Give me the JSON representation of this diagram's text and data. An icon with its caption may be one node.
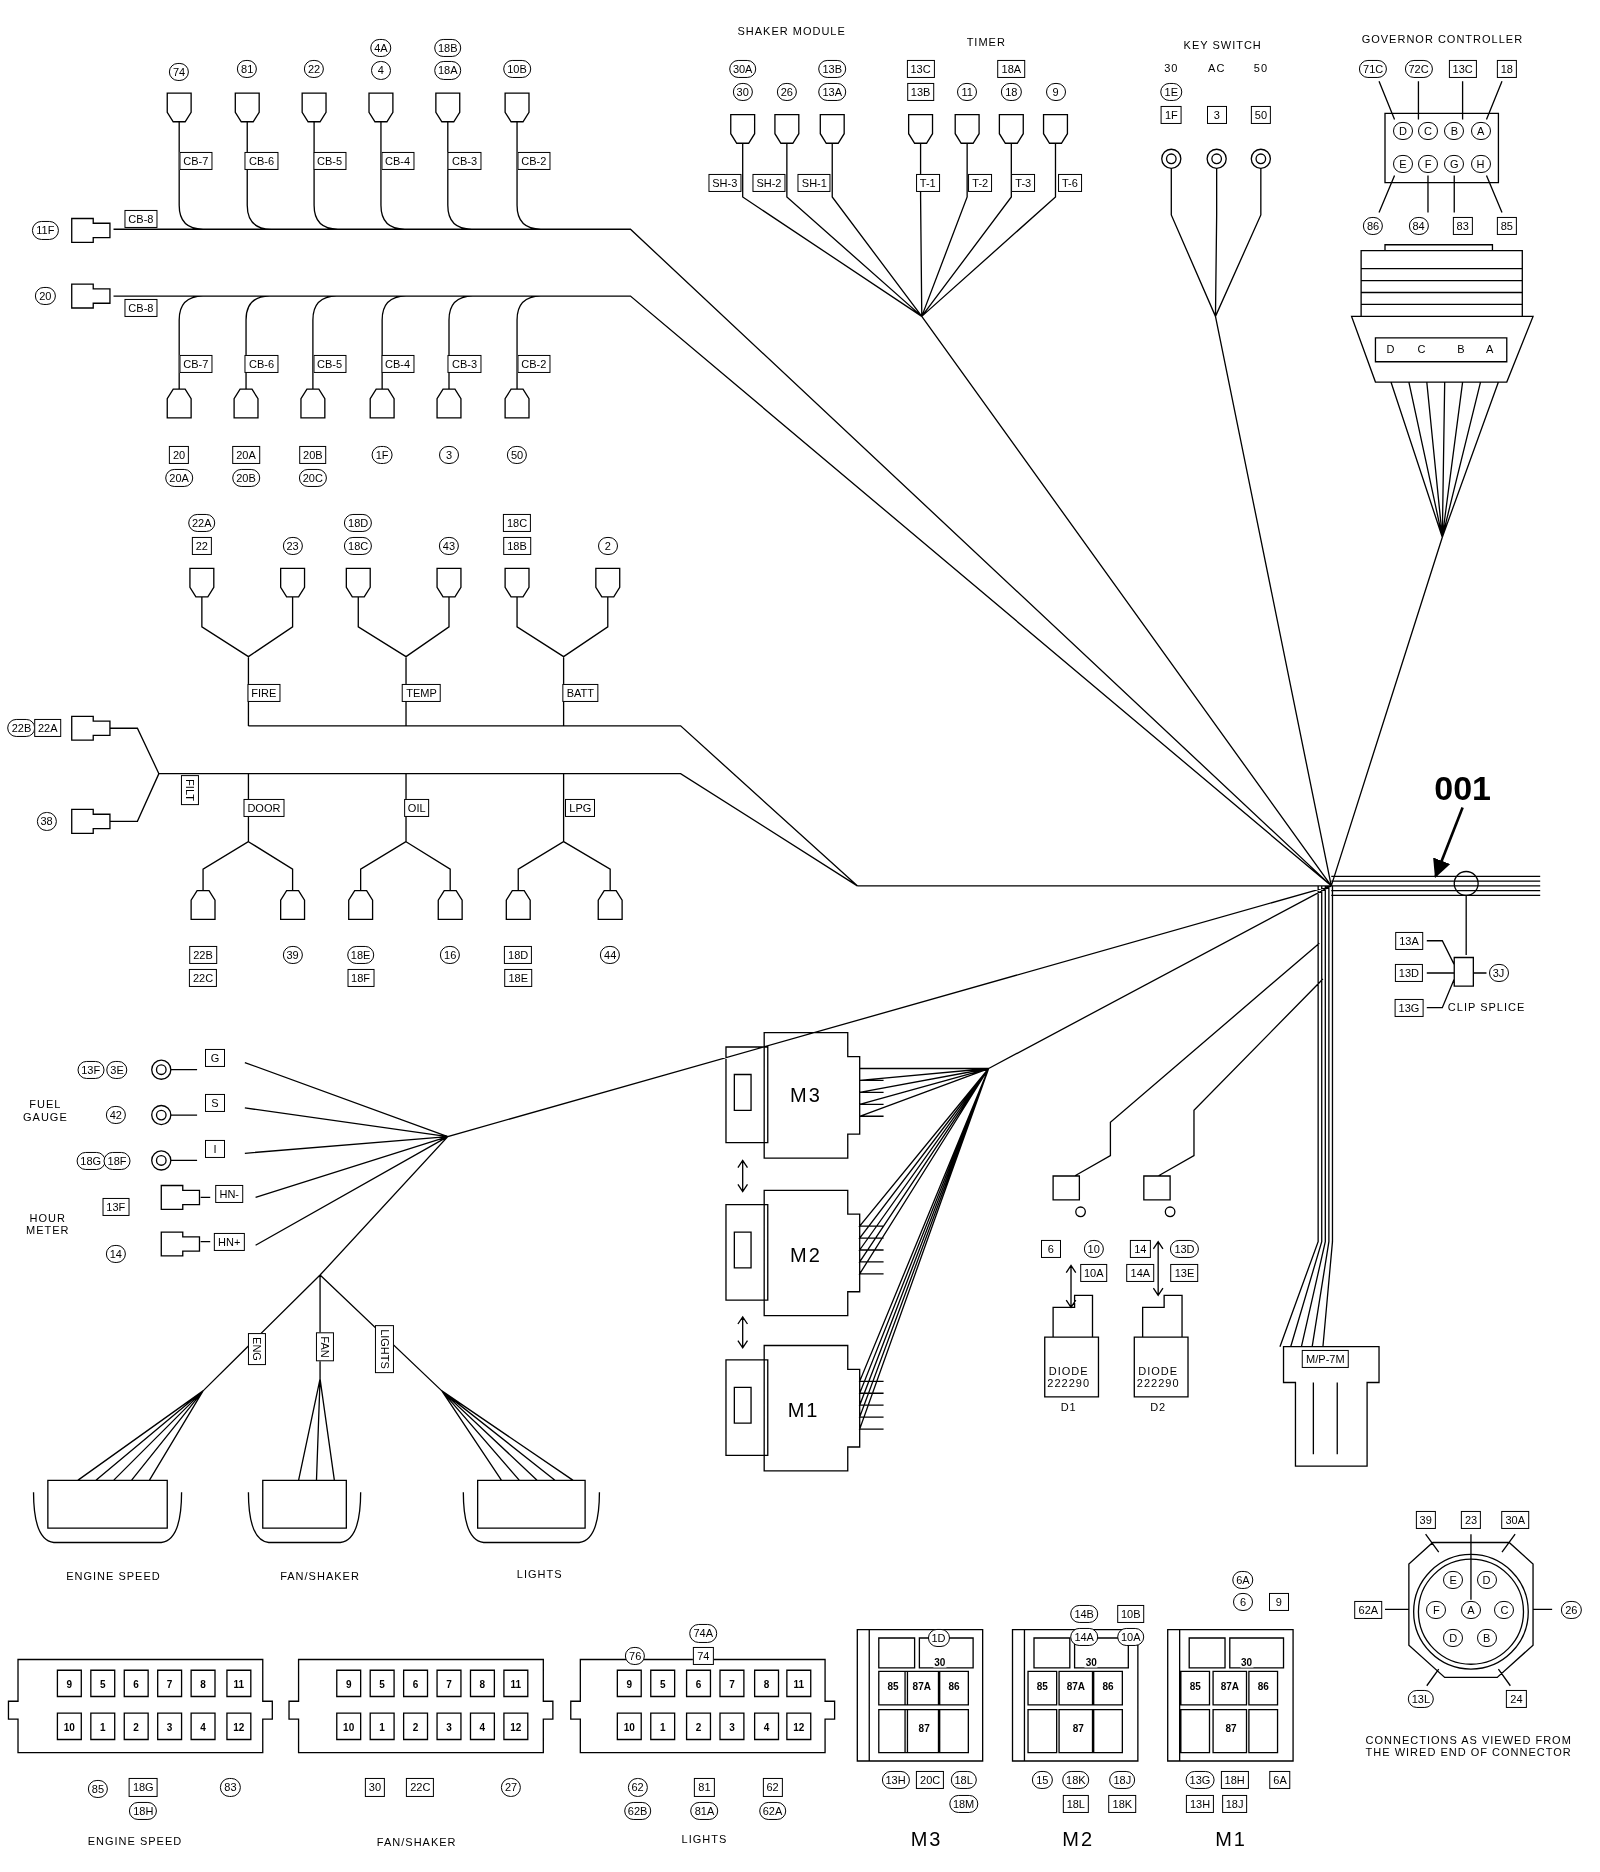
{
  "diagram": {
    "nodes": [
      {
        "text": [
          "001"
        ]
      },
      {
        "text": [],
        "shape": "bar"
      }
    ],
    "edges": [
      {
        "from": 0,
        "to": 1,
        "arrow": "to"
      }
    ],
    "labels": [
      "74",
      "81",
      "22",
      "4A",
      "4",
      "18B",
      "18A",
      "10B",
      "CB-7",
      "CB-6",
      "CB-5",
      "CB-4",
      "CB-3",
      "CB-2",
      "11F",
      "CB-8",
      "20",
      "CB-8",
      "CB-7",
      "CB-6",
      "CB-5",
      "CB-4",
      "CB-3",
      "CB-2",
      "20",
      "20A",
      "20A",
      "20B",
      "20B",
      "20C",
      "1F",
      "3",
      "50",
      "SHAKER MODULE",
      "TIMER",
      "KEY SWITCH",
      "GOVERNOR CONTROLLER",
      "30A",
      "13B",
      "13C",
      "18A",
      "30",
      "26",
      "13A",
      "13B",
      "11",
      "18",
      "9",
      "30",
      "AC",
      "50",
      "1E",
      "1F",
      "3",
      "50",
      "71C",
      "72C",
      "13C",
      "18",
      "D",
      "C",
      "B",
      "A",
      "E",
      "F",
      "G",
      "H",
      "86",
      "84",
      "83",
      "85",
      "SH-3",
      "SH-2",
      "SH-1",
      "T-1",
      "T-2",
      "T-3",
      "T-6",
      "D",
      "C",
      "B",
      "A",
      "22A",
      "18D",
      "18C",
      "22",
      "23",
      "18C",
      "43",
      "18B",
      "2",
      "FIRE",
      "TEMP",
      "BATT",
      "22B",
      "22A",
      "FILT",
      "38",
      "DOOR",
      "OIL",
      "LPG",
      "22B",
      "39",
      "18E",
      "16",
      "18D",
      "44",
      "22C",
      "18F",
      "18E",
      "13A",
      "13D",
      "3J",
      "13G",
      "CLIP SPLICE",
      "13F",
      "3E",
      "G",
      "FUEL GAUGE",
      "42",
      "S",
      "18G",
      "18F",
      "I",
      "M3",
      "HN-",
      "13F",
      "HOUR METER",
      "14",
      "HN+",
      "M2",
      "6",
      "10",
      "14",
      "13D",
      "10A",
      "14A",
      "13E",
      "M/P-7M",
      "ENG",
      "FAN",
      "LIGHTS",
      "DIODE 222290",
      "DIODE 222290",
      "M1",
      "D1",
      "D2",
      "39",
      "23",
      "30A",
      "ENGINE SPEED",
      "FAN/SHAKER",
      "LIGHTS",
      "E",
      "D",
      "62A",
      "F",
      "A",
      "C",
      "26",
      "D",
      "B",
      "13L",
      "24",
      "CONNECTIONS AS VIEWED FROM THE WIRED END OF CONNECTOR",
      "74A",
      "76",
      "74",
      "1D",
      "14B",
      "10B",
      "14A",
      "10A",
      "6A",
      "6",
      "9",
      "9",
      "5",
      "6",
      "7",
      "8",
      "11",
      "10",
      "1",
      "2",
      "3",
      "4",
      "12",
      "9",
      "5",
      "6",
      "7",
      "8",
      "11",
      "10",
      "1",
      "2",
      "3",
      "4",
      "12",
      "9",
      "5",
      "6",
      "7",
      "8",
      "11",
      "10",
      "1",
      "2",
      "3",
      "4",
      "12",
      "30",
      "85",
      "87A",
      "86",
      "87",
      "30",
      "85",
      "87A",
      "86",
      "87",
      "30",
      "85",
      "87A",
      "86",
      "87",
      "85",
      "18G",
      "83",
      "30",
      "22C",
      "27",
      "62",
      "81",
      "62",
      "13H",
      "20C",
      "18L",
      "15",
      "18K",
      "18J",
      "13G",
      "18H",
      "6A",
      "18H",
      "62B",
      "81A",
      "62A",
      "18M",
      "18L",
      "18K",
      "13H",
      "18J",
      "ENGINE SPEED",
      "FAN/SHAKER",
      "LIGHTS",
      "M3",
      "M2",
      "M1"
    ]
  }
}
